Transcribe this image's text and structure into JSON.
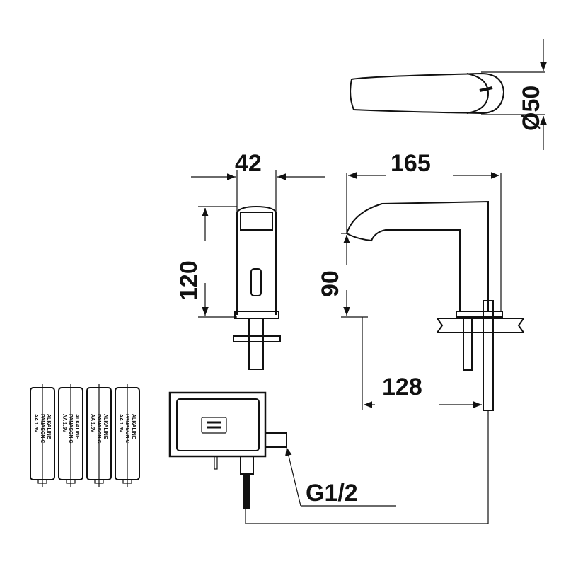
{
  "title": "Sensor faucet technical drawing",
  "dimensions": {
    "spout_diameter": "Ø50",
    "body_width": "42",
    "body_height": "120",
    "spout_length": "165",
    "spout_height": "90",
    "mount_to_outlet": "128",
    "inlet_thread": "G1/2"
  },
  "battery": {
    "count": 4,
    "line1": "AA 1.5V",
    "line2": "PANASONIC",
    "line3": "ALKALINE"
  },
  "colors": {
    "line": "#111111",
    "background": "#ffffff"
  }
}
